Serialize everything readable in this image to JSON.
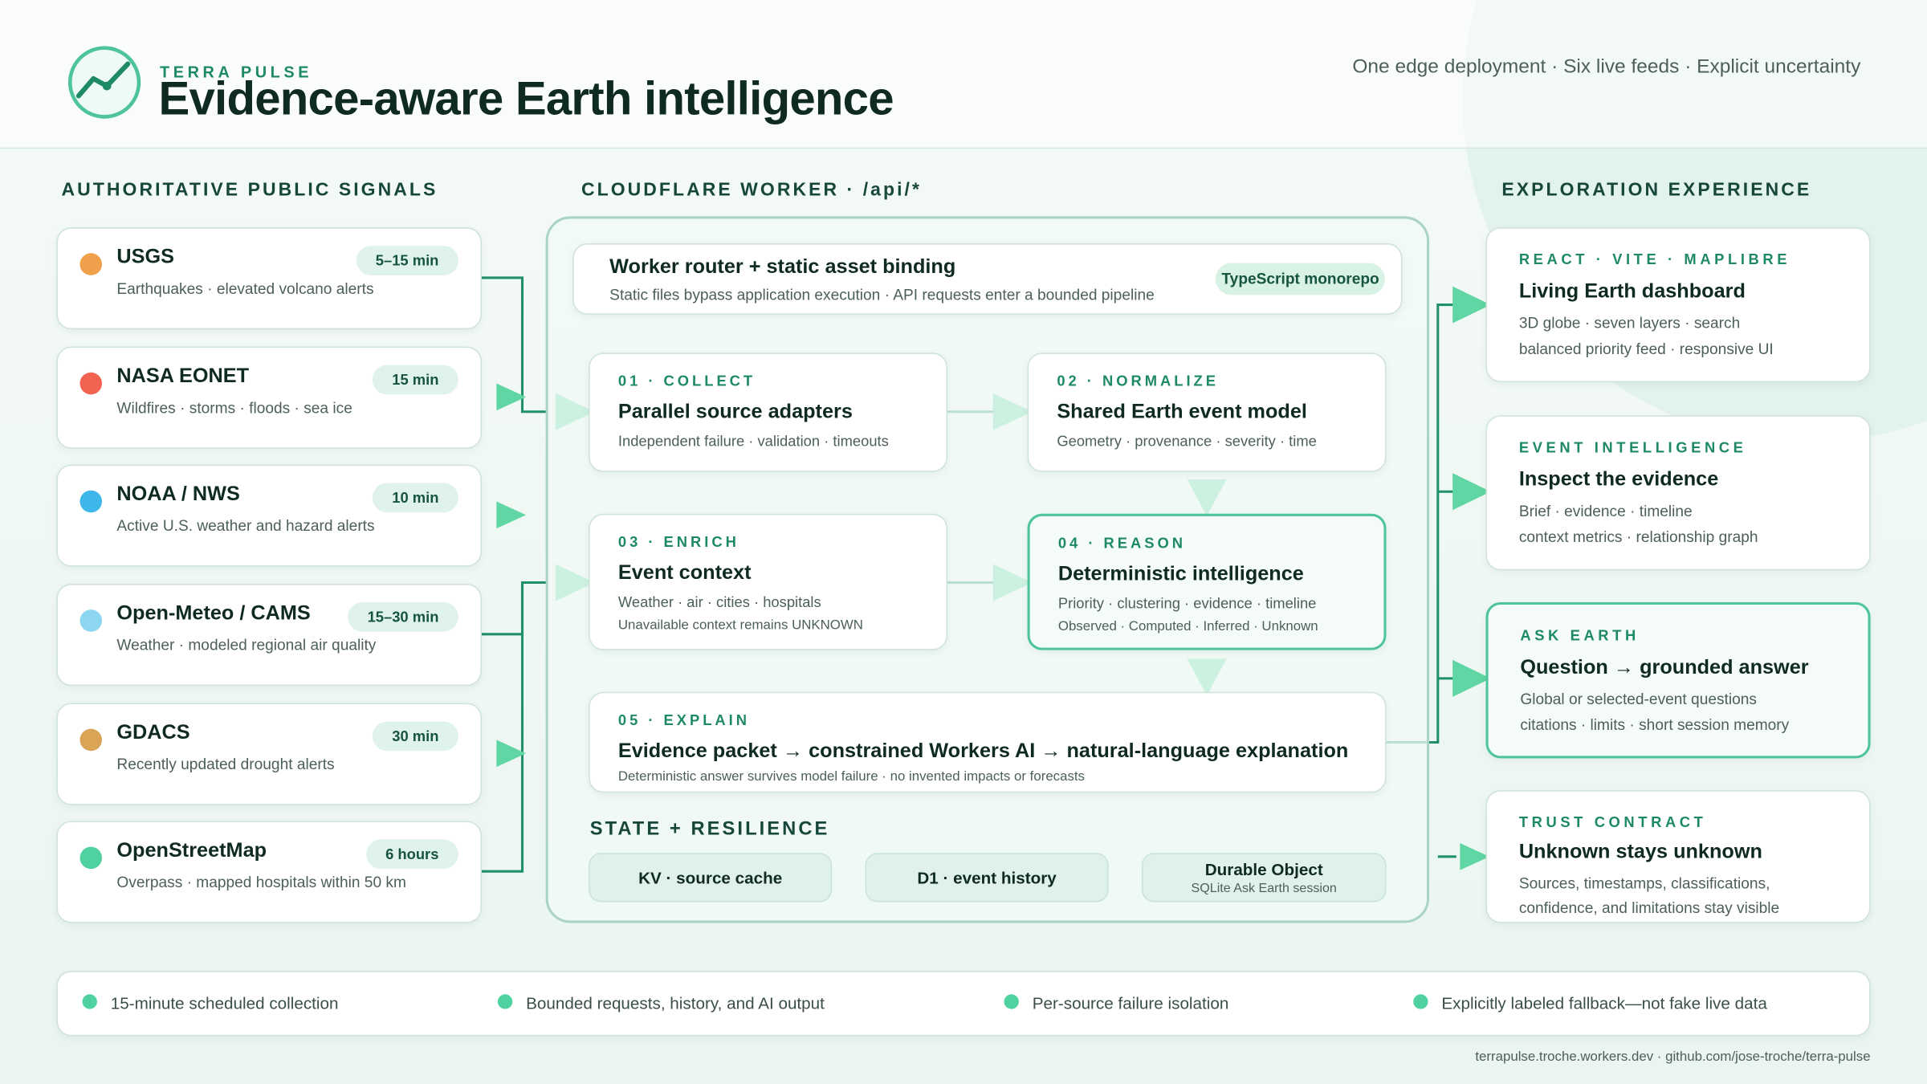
{
  "header": {
    "eyebrow": "TERRA PULSE",
    "title": "Evidence-aware Earth intelligence",
    "tagline": "One edge deployment · Six live feeds · Explicit uncertainty"
  },
  "sections": {
    "sources": "AUTHORITATIVE PUBLIC SIGNALS",
    "worker": "CLOUDFLARE WORKER · /api/*",
    "experience": "EXPLORATION EXPERIENCE"
  },
  "sources": [
    {
      "name": "USGS",
      "desc": "Earthquakes · elevated volcano alerts",
      "interval": "5–15 min",
      "color": "#f0a04b"
    },
    {
      "name": "NASA EONET",
      "desc": "Wildfires · storms · floods · sea ice",
      "interval": "15 min",
      "color": "#f26451"
    },
    {
      "name": "NOAA / NWS",
      "desc": "Active U.S. weather and hazard alerts",
      "interval": "10 min",
      "color": "#3fb6ea"
    },
    {
      "name": "Open-Meteo / CAMS",
      "desc": "Weather · modeled regional air quality",
      "interval": "15–30 min",
      "color": "#8dd6f2"
    },
    {
      "name": "GDACS",
      "desc": "Recently updated drought alerts",
      "interval": "30 min",
      "color": "#d9a456"
    },
    {
      "name": "OpenStreetMap",
      "desc": "Overpass · mapped hospitals within 50 km",
      "interval": "6 hours",
      "color": "#4fd29f"
    }
  ],
  "router": {
    "title": "Worker router + static asset binding",
    "sub": "Static files bypass application execution · API requests enter a bounded pipeline",
    "badge": "TypeScript monorepo"
  },
  "stages": {
    "collect": {
      "eyebrow": "01 · COLLECT",
      "title": "Parallel source adapters",
      "sub": "Independent failure · validation · timeouts"
    },
    "normalize": {
      "eyebrow": "02 · NORMALIZE",
      "title": "Shared Earth event model",
      "sub": "Geometry · provenance · severity · time"
    },
    "enrich": {
      "eyebrow": "03 · ENRICH",
      "title": "Event context",
      "sub": "Weather · air · cities · hospitals",
      "sub2": "Unavailable context remains UNKNOWN"
    },
    "reason": {
      "eyebrow": "04 · REASON",
      "title": "Deterministic intelligence",
      "sub": "Priority · clustering · evidence · timeline",
      "sub2": "Observed · Computed · Inferred · Unknown"
    },
    "explain": {
      "eyebrow": "05 · EXPLAIN",
      "title": "Evidence packet → constrained Workers AI → natural-language explanation",
      "sub": "Deterministic answer survives model failure · no invented impacts or forecasts"
    }
  },
  "state": {
    "title": "STATE + RESILIENCE",
    "kv": "KV · source cache",
    "d1": "D1 · event history",
    "durable": "Durable Object",
    "durable_sub": "SQLite Ask Earth session"
  },
  "experience": [
    {
      "eyebrow": "REACT · VITE · MAPLIBRE",
      "title": "Living Earth dashboard",
      "l1": "3D globe · seven layers · search",
      "l2": "balanced priority feed · responsive UI"
    },
    {
      "eyebrow": "EVENT INTELLIGENCE",
      "title": "Inspect the evidence",
      "l1": "Brief · evidence · timeline",
      "l2": "context metrics · relationship graph"
    },
    {
      "eyebrow": "ASK EARTH",
      "title": "Question → grounded answer",
      "l1": "Global or selected-event questions",
      "l2": "citations · limits · short session memory"
    },
    {
      "eyebrow": "TRUST CONTRACT",
      "title": "Unknown stays unknown",
      "l1": "Sources, timestamps, classifications,",
      "l2": "confidence, and limitations stay visible"
    }
  ],
  "footer": {
    "items": [
      "15-minute scheduled collection",
      "Bounded requests, history, and AI output",
      "Per-source failure isolation",
      "Explicitly labeled fallback—not fake live data"
    ],
    "url": "terrapulse.troche.workers.dev · github.com/jose-troche/terra-pulse"
  },
  "colors": {
    "accent": "#1e8a63",
    "arrow": "#5fd6a3",
    "line": "#1f9068"
  }
}
